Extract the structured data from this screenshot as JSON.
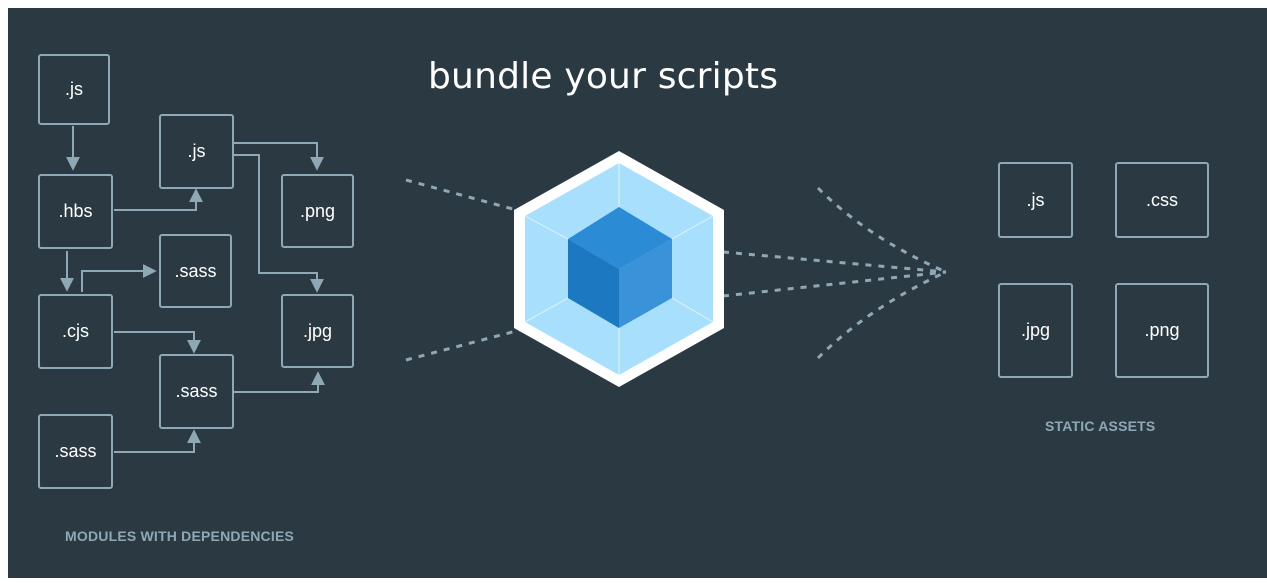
{
  "title": "bundle your scripts",
  "modules": {
    "js_top": ".js",
    "hbs": ".hbs",
    "js_mid": ".js",
    "png": ".png",
    "sass_a": ".sass",
    "cjs": ".cjs",
    "jpg": ".jpg",
    "sass_b": ".sass",
    "sass_c": ".sass"
  },
  "modules_caption": "MODULES WITH DEPENDENCIES",
  "assets": {
    "js": ".js",
    "css": ".css",
    "jpg": ".jpg",
    "png": ".png"
  },
  "assets_caption": "STATIC ASSETS",
  "colors": {
    "background": "#2b3a42",
    "box_border": "#8fa8b6",
    "connector": "#8fa8b6",
    "caption": "#8fa8b6",
    "cube_outer": "#8ed6fb",
    "cube_inner": "#1c78c0",
    "dashes": "#8fa8b6"
  },
  "icons": {
    "logo": "webpack-cube-icon"
  }
}
